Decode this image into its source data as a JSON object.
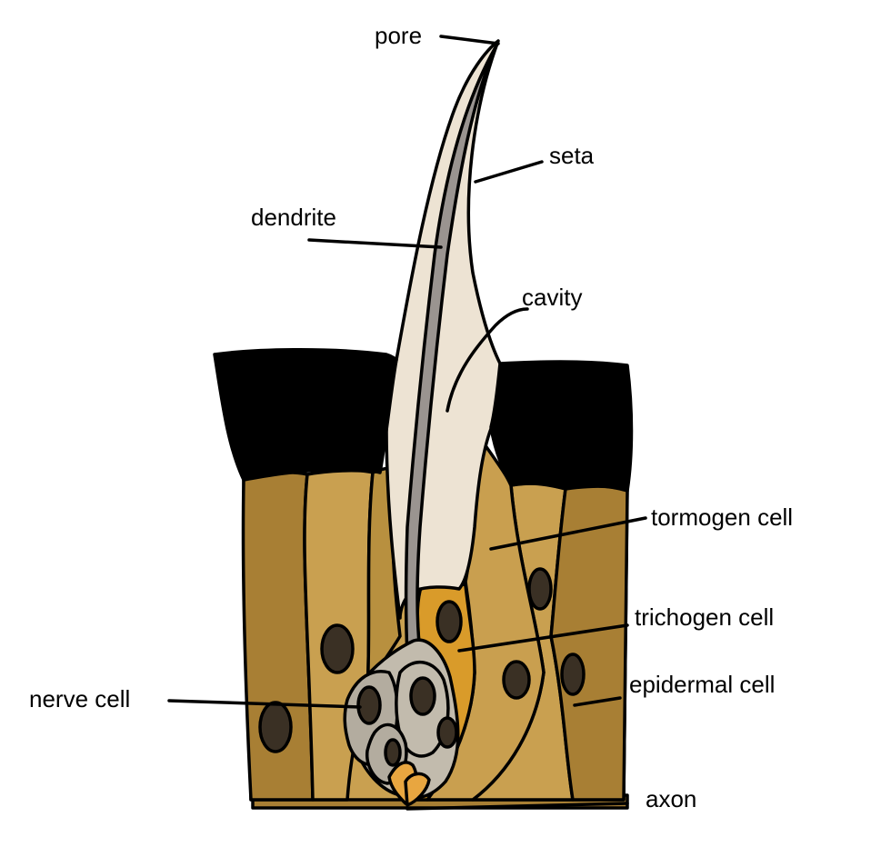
{
  "labels": {
    "pore": "pore",
    "seta": "seta",
    "dendrite": "dendrite",
    "cavity": "cavity",
    "tormogen": "tormogen cell",
    "trichogen": "trichogen cell",
    "nerve": "nerve cell",
    "epidermal": "epidermal cell",
    "axon": "axon"
  },
  "colors": {
    "cuticle": "#000000",
    "epidermal_dark": "#a87f34",
    "epidermal_light": "#c9a050",
    "tormogen": "#c99f4f",
    "trichogen": "#d99b2a",
    "seta": "#ede3d3",
    "dendrite": "#9a9490",
    "nerve_cell": "#c2bbad",
    "nucleus": "#3a3024",
    "axon_tip": "#e8a640"
  }
}
